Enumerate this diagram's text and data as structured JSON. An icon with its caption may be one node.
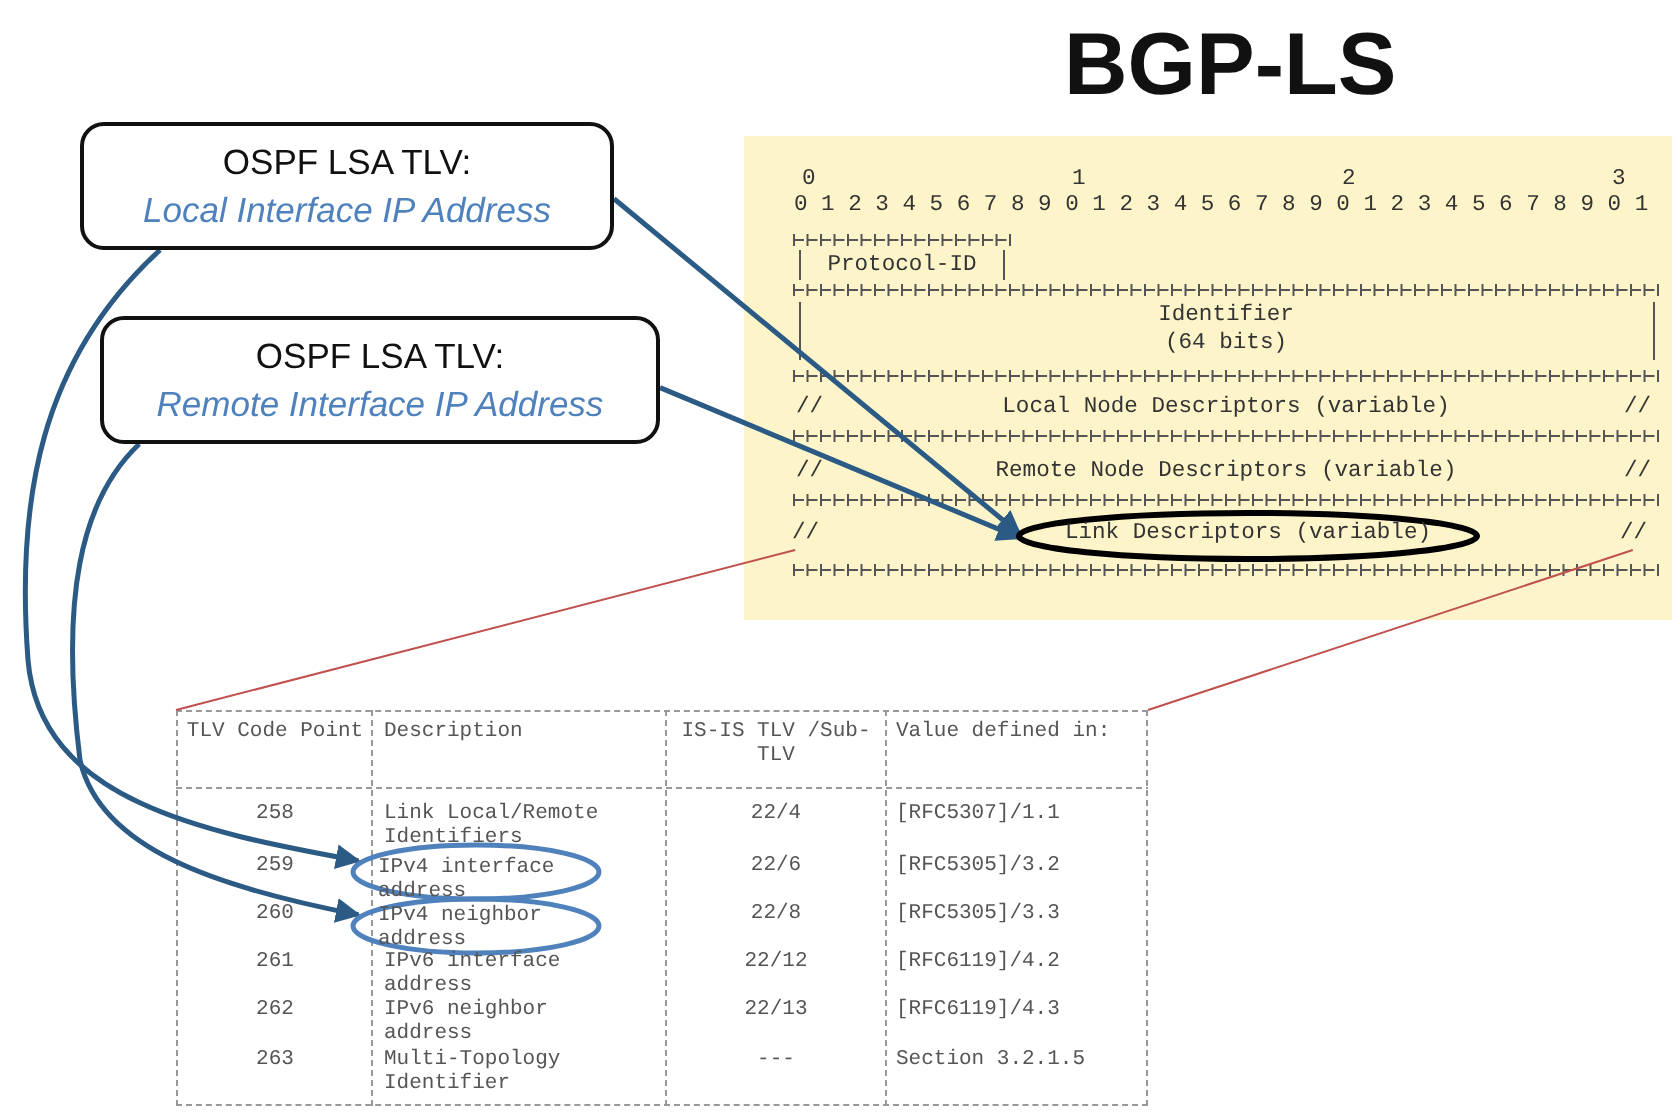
{
  "diagram": {
    "title": "BGP-LS",
    "nodes": [
      {
        "text": [
          "OSPF LSA TLV:",
          "Local Interface IP Address"
        ]
      },
      {
        "text": [
          "OSPF LSA TLV:",
          "Remote Interface IP Address"
        ]
      },
      {
        "text": [],
        "shape": "box"
      },
      {
        "text": [
          "//"
        ],
        "in": 2
      },
      {
        "text": [
          "Link Descriptors (variable)"
        ],
        "in": 2
      },
      {
        "text": [
          "//"
        ],
        "in": 2
      },
      {
        "text": [],
        "shape": "box"
      },
      {
        "text": [
          "IPv4 interface address"
        ],
        "in": 6
      },
      {
        "text": [
          "IPv4 neighbor address"
        ],
        "in": 6
      }
    ],
    "edges": [
      {
        "from": 0,
        "to": 4,
        "arrow": "to"
      },
      {
        "from": 1,
        "to": 4,
        "arrow": "to"
      },
      {
        "from": 0,
        "to": 7,
        "arrow": "to"
      },
      {
        "from": 1,
        "to": 8,
        "arrow": "to"
      },
      {
        "from": 3,
        "to": 6,
        "arrow": "none",
        "color": "#c0504d"
      },
      {
        "from": 5,
        "to": 6,
        "arrow": "none",
        "color": "#c0504d"
      }
    ],
    "labels": [
      "0",
      "1",
      "2",
      "3",
      "0 1 2 3 4 5 6 7 8 9 0 1 2 3 4 5 6 7 8 9 0 1 2 3 4 5 6 7 8 9 0 1",
      "Protocol-ID",
      "Identifier",
      "(64 bits)",
      "//",
      "Local Node Descriptors (variable)",
      "//",
      "//",
      "Remote Node Descriptors (variable)",
      "//",
      "TLV Code Point",
      "Description",
      "IS-IS TLV /Sub-TLV",
      "Value defined in:",
      "258",
      "Link Local/Remote Identifiers",
      "22/4",
      "[RFC5307]/1.1",
      "259",
      "22/6",
      "[RFC5305]/3.2",
      "260",
      "22/8",
      "[RFC5305]/3.3",
      "261",
      "IPv6 interface address",
      "22/12",
      "[RFC6119]/4.2",
      "262",
      "IPv6 neighbor address",
      "22/13",
      "[RFC6119]/4.3",
      "263",
      "Multi-Topology Identifier",
      "---",
      "Section 3.2.1.5"
    ]
  }
}
